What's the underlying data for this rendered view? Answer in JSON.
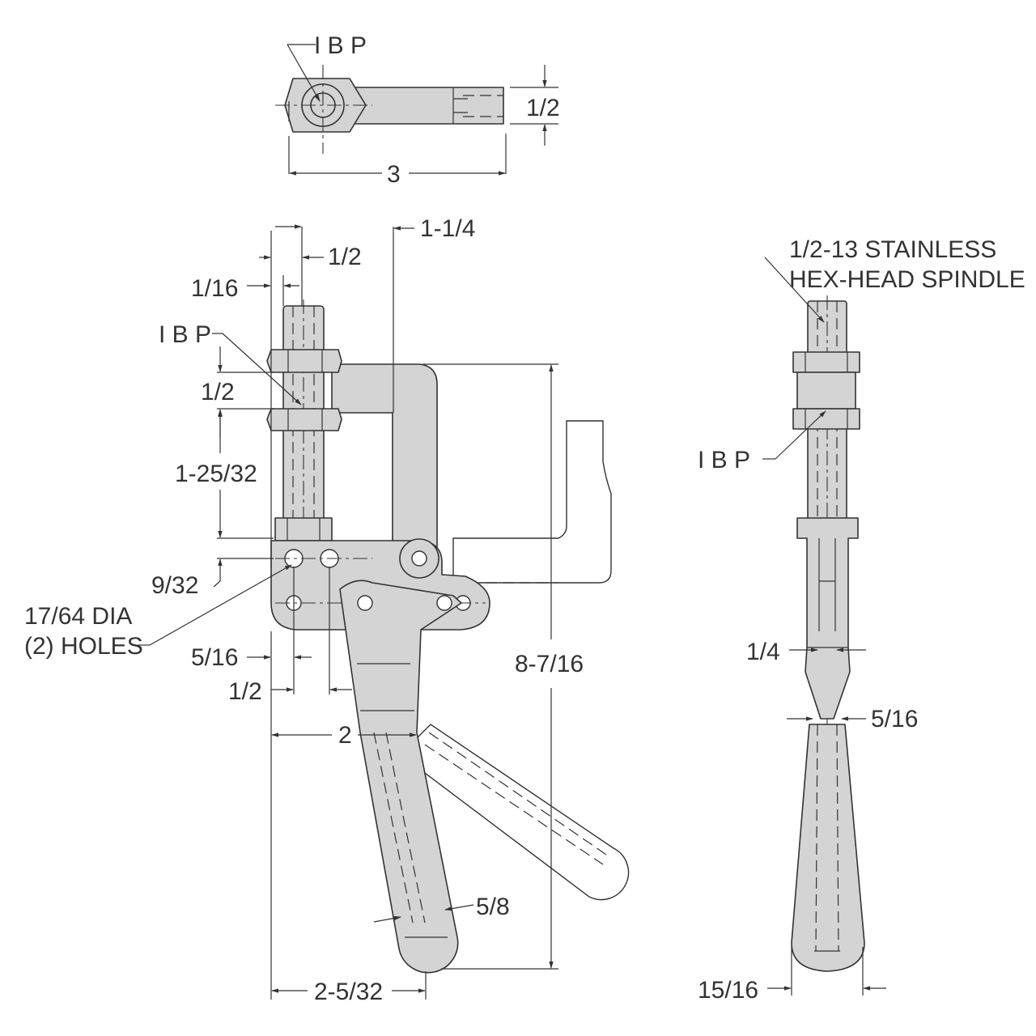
{
  "colors": {
    "part_fill": "#d4d4d4",
    "line": "#333333",
    "background": "#ffffff"
  },
  "top_view": {
    "ibp_label": "I B P",
    "width_dim": "3",
    "thickness_dim": "1/2"
  },
  "front_view": {
    "spindle_offset_dim": "1/2",
    "spindle_step_dim": "1/16",
    "reach_dim": "1-1/4",
    "ibp_label": "I B P",
    "nut_gap_dim": "1/2",
    "spindle_length_dim": "1-25/32",
    "hole_offset_dim": "9/32",
    "holes_note_line1": "17/64 DIA",
    "holes_note_line2": "(2) HOLES",
    "hole_spacing_dim_a": "5/16",
    "hole_spacing_dim_b": "1/2",
    "handle_offset_dim": "2",
    "overall_height_dim": "8-7/16",
    "handle_width_dim": "5/8",
    "base_width_dim": "2-5/32"
  },
  "side_view": {
    "spindle_note_line1": "1/2-13 STAINLESS",
    "spindle_note_line2": "HEX-HEAD SPINDLE",
    "ibp_label": "I B P",
    "neck_dim": "1/4",
    "grip_top_dim": "5/16",
    "grip_width_dim": "15/16"
  }
}
